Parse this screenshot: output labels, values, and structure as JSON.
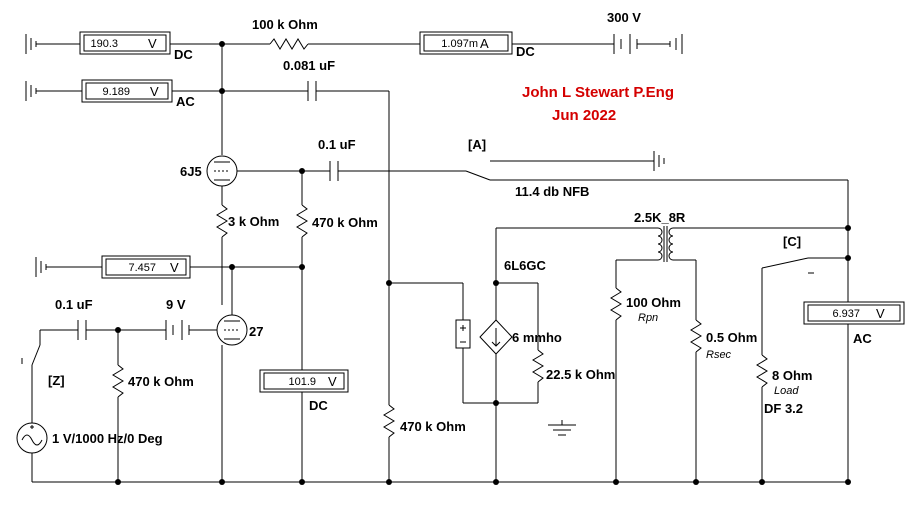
{
  "author": {
    "name": "John L Stewart P.Eng",
    "date": "Jun 2022"
  },
  "meters": {
    "v1": {
      "value": "190.3",
      "unit": "V",
      "mode": "DC"
    },
    "a1": {
      "value": "1.097m",
      "unit": "A",
      "mode": "DC"
    },
    "v2": {
      "value": "9.189",
      "unit": "V",
      "mode": "AC"
    },
    "v3": {
      "value": "7.457",
      "unit": "V"
    },
    "v4": {
      "value": "101.9",
      "unit": "V",
      "mode": "DC"
    },
    "v5": {
      "value": "6.937",
      "unit": "V",
      "mode": "AC"
    }
  },
  "components": {
    "r_plate": "100 k Ohm",
    "supply": "300 V",
    "c_couple": "0.081 uF",
    "c_grid": "0.1 uF",
    "tube1": "6J5",
    "r_cathode": "3 k Ohm",
    "r_grid1": "470 k Ohm",
    "switch_a": "[A]",
    "nfb": "11.4 db NFB",
    "transformer": "2.5K_8R",
    "switch_c": "[C]",
    "tube_out": "6L6GC",
    "gm": "6 mmho",
    "r_out": "22.5 k Ohm",
    "r_pri": "100  Ohm",
    "r_pri_sub": "Rpn",
    "r_sec": "0.5  Ohm",
    "r_sec_sub": "Rsec",
    "r_load": "8  Ohm",
    "r_load_sub": "Load",
    "df": "DF 3.2",
    "c_in": "0.1 uF",
    "bias": "9 V",
    "tube2": "27",
    "switch_z": "[Z]",
    "r_in": "470 k Ohm",
    "source": "1 V/1000 Hz/0 Deg",
    "r_grid2": "470 k Ohm"
  },
  "colors": {
    "wire": "#000000",
    "author": "#d40000"
  }
}
